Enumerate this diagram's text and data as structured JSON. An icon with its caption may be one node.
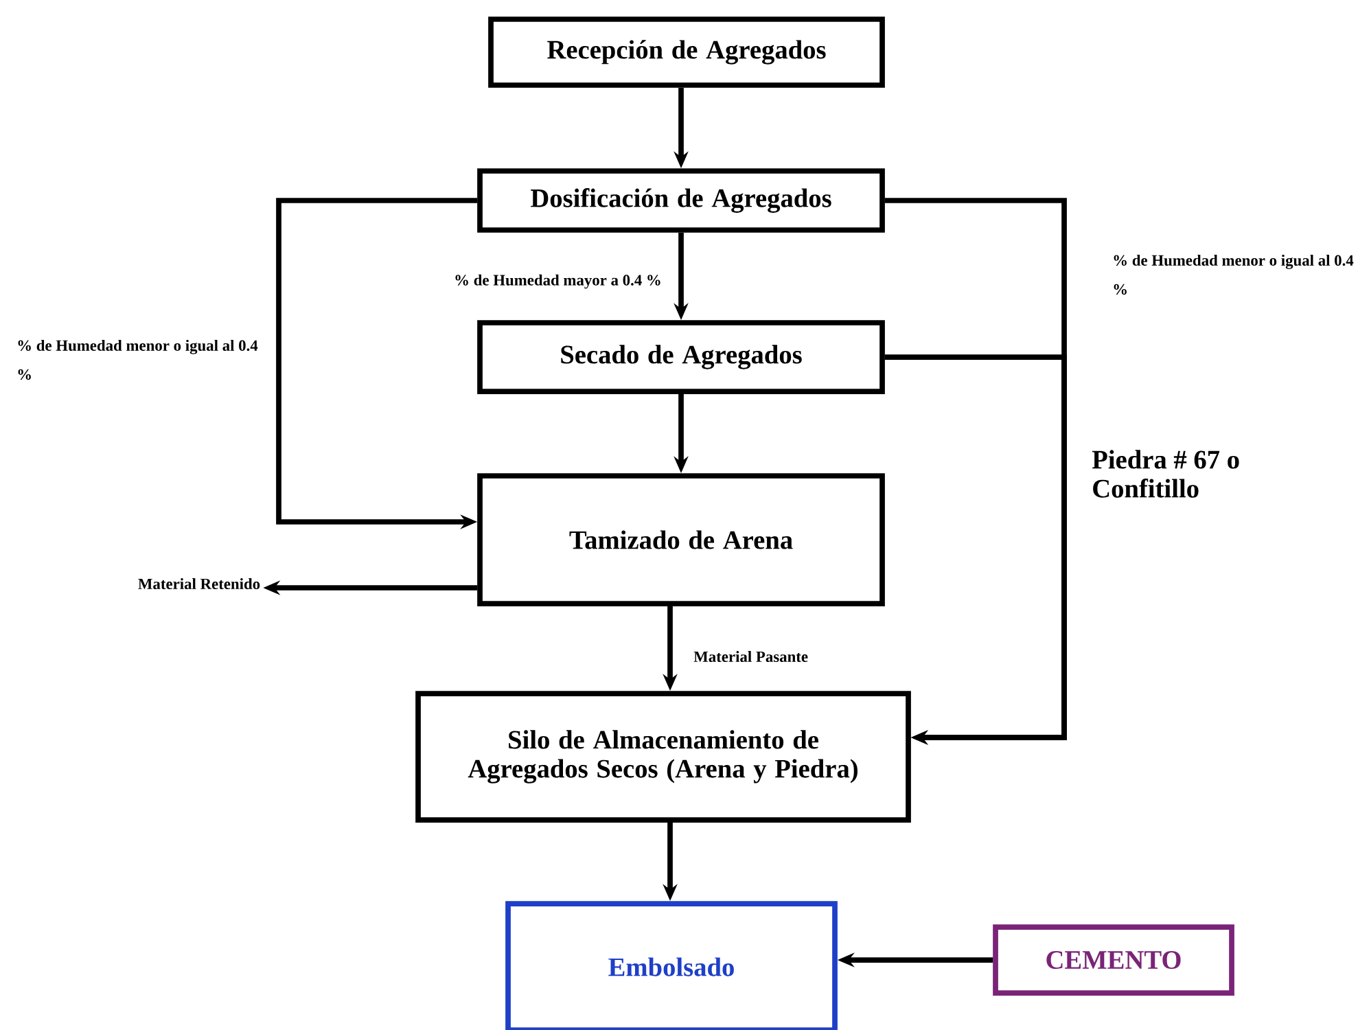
{
  "diagram": {
    "nodes": [
      {
        "text": [
          "Recepción de Agregados"
        ]
      },
      {
        "text": [
          "Dosificación de Agregados"
        ]
      },
      {
        "text": [
          "Secado de Agregados"
        ]
      },
      {
        "text": [
          "Tamizado de Arena"
        ]
      },
      {
        "text": [
          "Material Retenido"
        ]
      },
      {
        "text": [
          "Silo de Almacenamiento de Agregados Secos (Arena y Piedra)"
        ]
      },
      {
        "text": [
          "Embolsado"
        ]
      },
      {
        "text": [
          "CEMENTO"
        ]
      }
    ],
    "edges": [
      {
        "from": 0,
        "to": 1,
        "arrow": "to"
      },
      {
        "from": 1,
        "to": 2,
        "arrow": "to",
        "label": "% de Humedad mayor a 0.4 %"
      },
      {
        "from": 1,
        "to": 3,
        "arrow": "to",
        "label": "% de Humedad menor o igual al 0.4 %"
      },
      {
        "from": 1,
        "to": 5,
        "arrow": "to",
        "label": "% de Humedad menor o igual al 0.4 %"
      },
      {
        "from": 2,
        "to": 5,
        "arrow": "to",
        "label": "Piedra # 67 o Confitillo"
      },
      {
        "from": 2,
        "to": 3,
        "arrow": "to"
      },
      {
        "from": 3,
        "to": 4,
        "arrow": "to"
      },
      {
        "from": 3,
        "to": 5,
        "arrow": "to",
        "label": "Material Pasante"
      },
      {
        "from": 5,
        "to": 6,
        "arrow": "to"
      },
      {
        "from": 7,
        "to": 6,
        "arrow": "to"
      }
    ]
  }
}
